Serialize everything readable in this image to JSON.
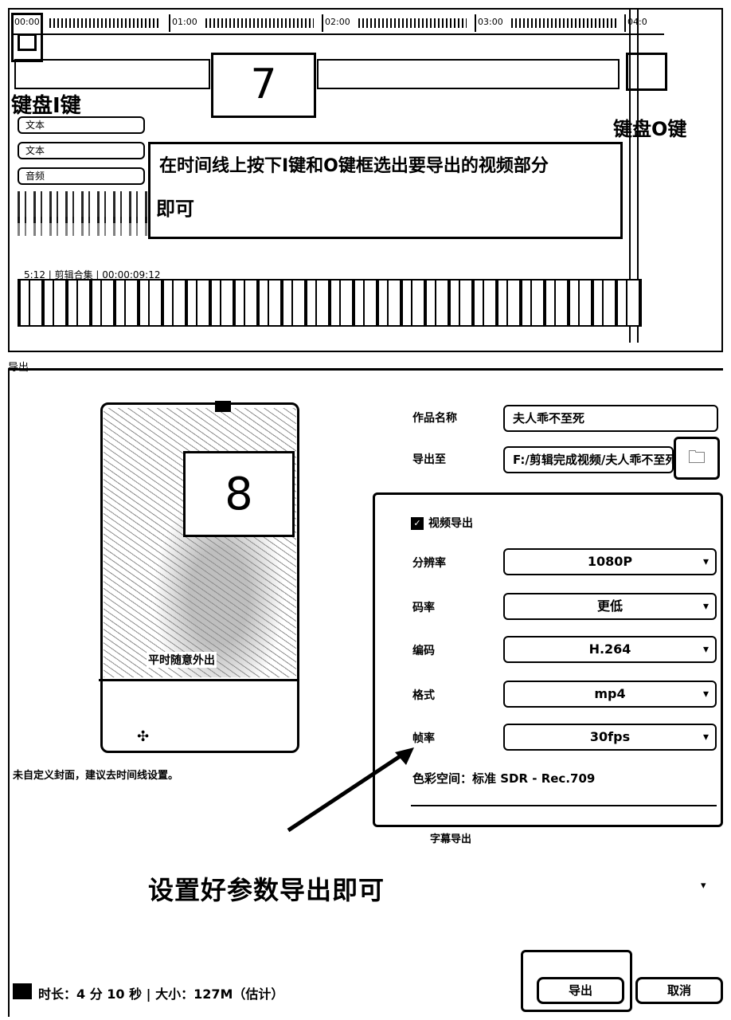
{
  "editor": {
    "timeline_ticks": [
      "00:00",
      "01:00",
      "02:00",
      "03:00",
      "04:0"
    ],
    "step_marker": "7",
    "shortcut_left": "键盘I键",
    "shortcut_right": "键盘O键",
    "caption_line1": "在时间线上按下I键和O键框选出要导出的视频部分",
    "caption_line2": "即可",
    "track_labels": [
      "文本",
      "文本",
      "音频"
    ],
    "video_track_label": "5:12 | 剪辑合集 | 00:00:09:12"
  },
  "dialog": {
    "title": "导出",
    "step_marker": "8",
    "preview_caption": "平时随意外出",
    "cover_hint": "未自定义封面，建议去时间线设置。",
    "name_label": "作品名称",
    "name_value": "夫人乖不至死",
    "path_label": "导出至",
    "path_value": "F:/剪辑完成视频/夫人乖不至死",
    "video_export_label": "视频导出",
    "params": [
      {
        "label": "分辨率",
        "value": "1080P"
      },
      {
        "label": "码率",
        "value": "更低"
      },
      {
        "label": "编码",
        "value": "H.264"
      },
      {
        "label": "格式",
        "value": "mp4"
      },
      {
        "label": "帧率",
        "value": "30fps"
      }
    ],
    "color_space": "色彩空间：标准 SDR - Rec.709",
    "subtitle_export": "字幕导出",
    "annotation": "设置好参数导出即可",
    "footer_info": "时长：4 分 10 秒 | 大小：127M（估计）",
    "export_button": "导出",
    "cancel_button": "取消"
  },
  "icons": {
    "folder": "folder-icon",
    "dropdown": "chevron-down-icon",
    "crosshair": "crosshair-icon"
  }
}
